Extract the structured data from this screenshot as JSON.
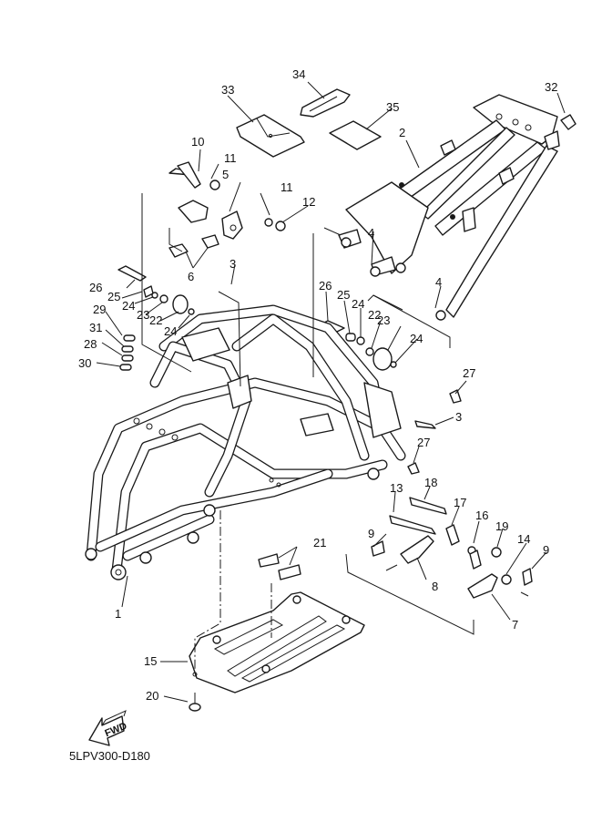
{
  "diagram": {
    "type": "exploded-parts-diagram",
    "subject": "ATV frame assembly",
    "diagram_code": "5LPV300-D180",
    "direction_indicator": "FWD",
    "callouts": [
      {
        "id": "c1",
        "label": "1",
        "part": "main frame"
      },
      {
        "id": "c2",
        "label": "2",
        "part": "rear frame"
      },
      {
        "id": "c3a",
        "label": "3",
        "part": "bolt (upper left)"
      },
      {
        "id": "c3b",
        "label": "3",
        "part": "bolt (right)"
      },
      {
        "id": "c4a",
        "label": "4",
        "part": "nut (rear frame front)"
      },
      {
        "id": "c4b",
        "label": "4",
        "part": "nut (rear frame right)"
      },
      {
        "id": "c5",
        "label": "5",
        "part": "bracket"
      },
      {
        "id": "c6",
        "label": "6",
        "part": "bolts"
      },
      {
        "id": "c7",
        "label": "7",
        "part": "bracket (right)"
      },
      {
        "id": "c8",
        "label": "8",
        "part": "bracket (left)"
      },
      {
        "id": "c9a",
        "label": "9",
        "part": "bolt (left)"
      },
      {
        "id": "c9b",
        "label": "9",
        "part": "bolt (right)"
      },
      {
        "id": "c10",
        "label": "10",
        "part": "bolt"
      },
      {
        "id": "c11a",
        "label": "11",
        "part": "washer"
      },
      {
        "id": "c11b",
        "label": "11",
        "part": "washer"
      },
      {
        "id": "c12",
        "label": "12",
        "part": "nut"
      },
      {
        "id": "c13",
        "label": "13",
        "part": "bolt"
      },
      {
        "id": "c14",
        "label": "14",
        "part": "nut"
      },
      {
        "id": "c15",
        "label": "15",
        "part": "skid plate"
      },
      {
        "id": "c16",
        "label": "16",
        "part": "link"
      },
      {
        "id": "c17",
        "label": "17",
        "part": "link"
      },
      {
        "id": "c18",
        "label": "18",
        "part": "bolt"
      },
      {
        "id": "c19",
        "label": "19",
        "part": "nut"
      },
      {
        "id": "c20",
        "label": "20",
        "part": "bolt"
      },
      {
        "id": "c21",
        "label": "21",
        "part": "pads"
      },
      {
        "id": "c22a",
        "label": "22",
        "part": "damper (left)"
      },
      {
        "id": "c22b",
        "label": "22",
        "part": "damper (right)"
      },
      {
        "id": "c23a",
        "label": "23",
        "part": "collar (left)"
      },
      {
        "id": "c23b",
        "label": "23",
        "part": "collar (right)"
      },
      {
        "id": "c24a",
        "label": "24",
        "part": "washer (left outer)"
      },
      {
        "id": "c24b",
        "label": "24",
        "part": "washer (left inner)"
      },
      {
        "id": "c24c",
        "label": "24",
        "part": "washer (right outer)"
      },
      {
        "id": "c24d",
        "label": "24",
        "part": "washer (right inner)"
      },
      {
        "id": "c25a",
        "label": "25",
        "part": "collar (left)"
      },
      {
        "id": "c25b",
        "label": "25",
        "part": "collar (right)"
      },
      {
        "id": "c26a",
        "label": "26",
        "part": "bolt (left)"
      },
      {
        "id": "c26b",
        "label": "26",
        "part": "bolt (right)"
      },
      {
        "id": "c27a",
        "label": "27",
        "part": "nut (upper)"
      },
      {
        "id": "c27b",
        "label": "27",
        "part": "nut (lower)"
      },
      {
        "id": "c28",
        "label": "28",
        "part": "shim"
      },
      {
        "id": "c29",
        "label": "29",
        "part": "shim"
      },
      {
        "id": "c30",
        "label": "30",
        "part": "shim"
      },
      {
        "id": "c31",
        "label": "31",
        "part": "shim"
      },
      {
        "id": "c32",
        "label": "32",
        "part": "cap"
      },
      {
        "id": "c33",
        "label": "33",
        "part": "tool bag"
      },
      {
        "id": "c34",
        "label": "34",
        "part": "holder"
      },
      {
        "id": "c35",
        "label": "35",
        "part": "manual/plate"
      }
    ]
  }
}
